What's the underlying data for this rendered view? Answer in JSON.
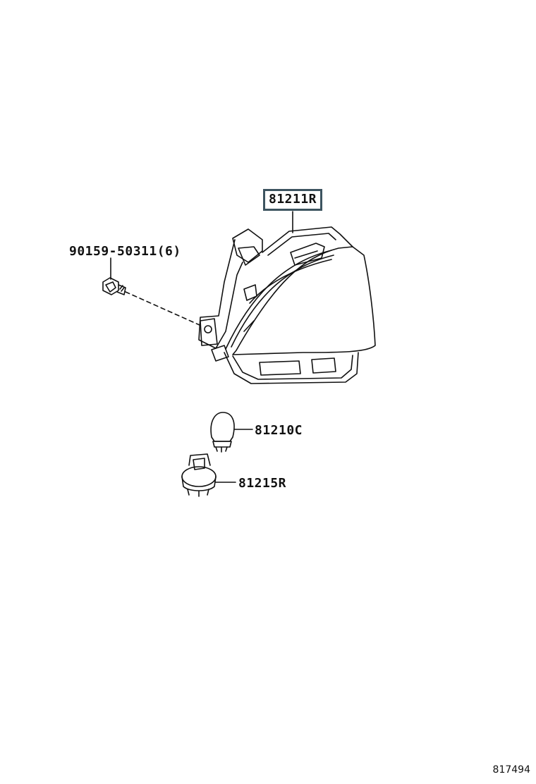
{
  "parts": {
    "lamp_assembly": {
      "number": "81211R",
      "highlighted": true
    },
    "bolt": {
      "number": "90159-50311(6)"
    },
    "bulb": {
      "number": "81210C"
    },
    "socket": {
      "number": "81215R"
    }
  },
  "catalog_number": "817494",
  "colors": {
    "line": "#111111",
    "box_border": "#3d5460",
    "background": "#ffffff"
  }
}
